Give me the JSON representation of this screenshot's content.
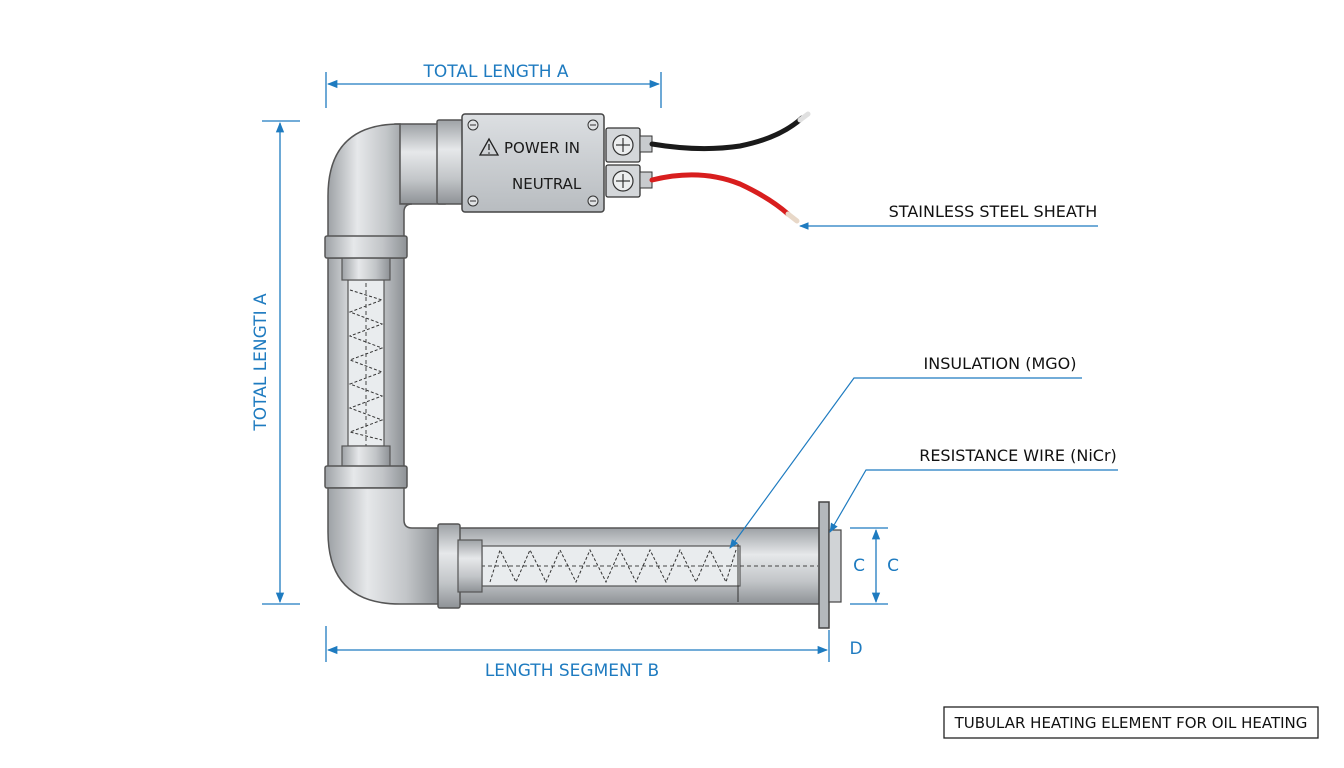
{
  "dimensions": {
    "total_length_top": "TOTAL LENGTH A",
    "total_length_side": "TOTAL LENGTI A",
    "length_segment": "LENGTH SEGMENT B",
    "c_label_left": "C",
    "c_label_right": "C",
    "d_label": "D"
  },
  "junction_box": {
    "power_label": "POWER IN",
    "neutral_label": "NEUTRAL"
  },
  "callouts": {
    "sheath": "STAINLESS STEEL SHEATH",
    "insulation": "INSULATION (MGO)",
    "resistance_wire": "RESISTANCE WIRE (NiCr)"
  },
  "title_box": "TUBULAR HEATING ELEMENT FOR OIL HEATING",
  "colors": {
    "dimension": "#1e7bc0",
    "pipe": "#c9cccf",
    "wire_red": "#d81e1e",
    "wire_black": "#1a1a1a"
  }
}
